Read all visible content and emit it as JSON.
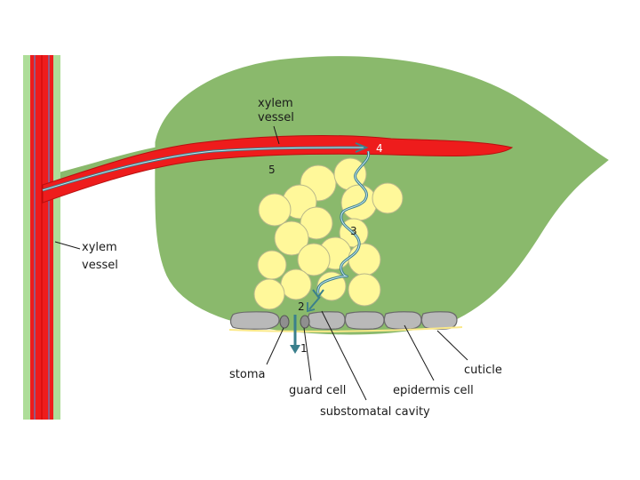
{
  "labels": {
    "xylem_vessel_leaf": [
      "xylem",
      "vessel"
    ],
    "xylem_vessel_stem": [
      "xylem",
      "vessel"
    ],
    "stoma": "stoma",
    "guard_cell": "guard cell",
    "substomatal_cavity": "substomatal cavity",
    "epidermis_cell": "epidermis cell",
    "cuticle": "cuticle"
  },
  "steps": {
    "step1": "1",
    "step2": "2",
    "step3": "3",
    "step4": "4",
    "step5": "5"
  },
  "colors": {
    "leaf": "#8ab96c",
    "xylem": "#ee1c1c",
    "xylem_outline": "#b81010",
    "water_path": "#3a7f8c",
    "mesophyll_cell": "#fff89a",
    "epidermis_cell": "#b9b9b9",
    "stem_edge": "#aedd99"
  }
}
